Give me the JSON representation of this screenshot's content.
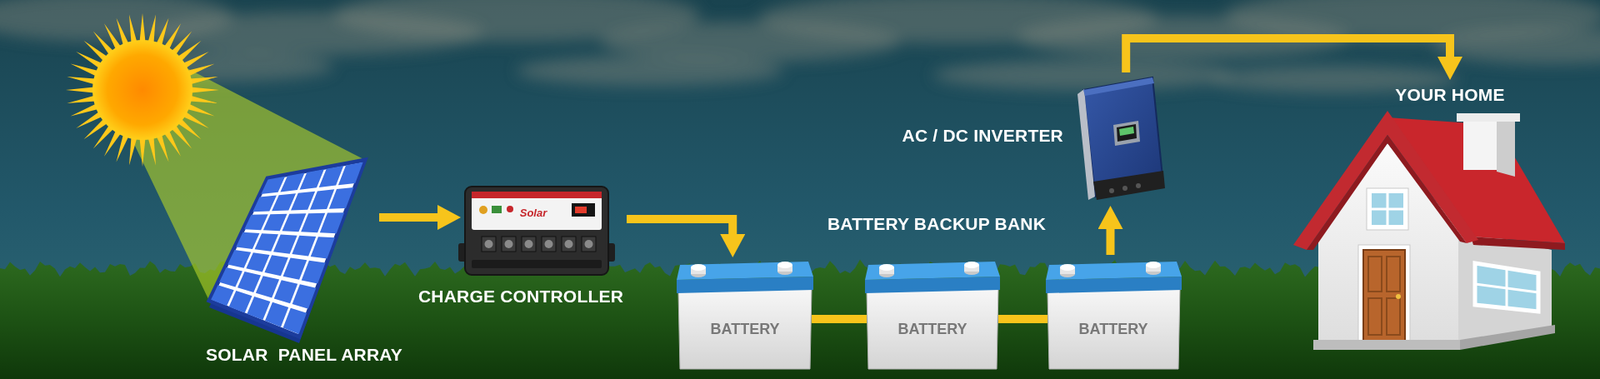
{
  "diagram": {
    "nodes": [
      {
        "text": [
          "SOLAR  PANEL ARRAY"
        ]
      },
      {
        "text": [
          "CHARGE CONTROLLER"
        ]
      },
      {
        "text": [
          "BATTERY"
        ]
      },
      {
        "text": [
          "BATTERY"
        ]
      },
      {
        "text": [
          "BATTERY"
        ]
      },
      {
        "text": [
          "AC / DC INVERTER"
        ]
      },
      {
        "text": [
          "YOUR HOME"
        ]
      }
    ],
    "edges": [
      {
        "from": 0,
        "to": 1,
        "arrow": "to"
      },
      {
        "from": 1,
        "to": 2,
        "arrow": "to"
      },
      {
        "from": 2,
        "to": 3,
        "arrow": "none"
      },
      {
        "from": 3,
        "to": 4,
        "arrow": "none"
      },
      {
        "from": 4,
        "to": 5,
        "arrow": "to"
      },
      {
        "from": 5,
        "to": 6,
        "arrow": "to"
      }
    ],
    "labels": [
      "BATTERY BACKUP BANK",
      "Solar"
    ]
  }
}
